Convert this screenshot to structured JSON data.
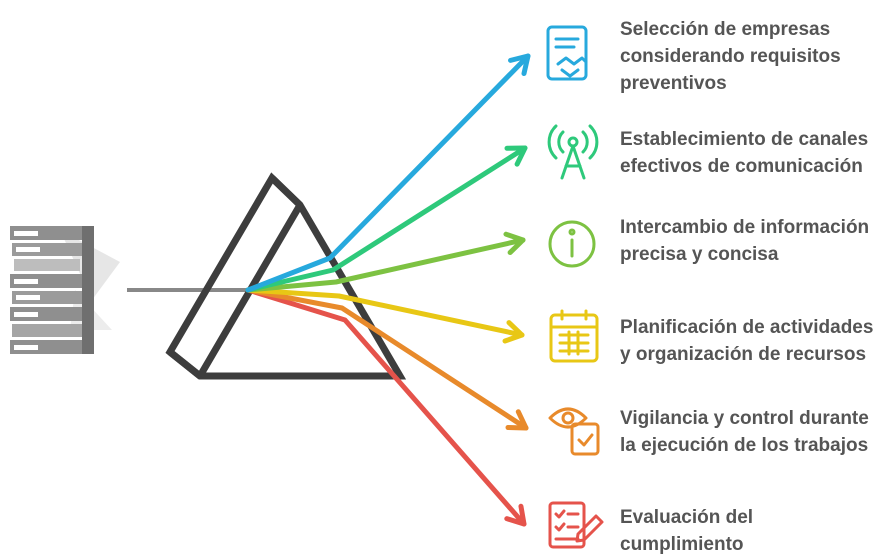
{
  "steps": [
    {
      "text": "Selección de empresas\nconsiderando requisitos\npreventivos",
      "icon": "contract-handshake-icon",
      "color": "#27a9dd"
    },
    {
      "text": "Establecimiento de canales\nefectivos de comunicación",
      "icon": "radio-tower-icon",
      "color": "#2ec97b"
    },
    {
      "text": "Intercambio de información\nprecisa y concisa",
      "icon": "info-icon",
      "color": "#7dc242"
    },
    {
      "text": "Planificación de actividades\ny organización de recursos",
      "icon": "calendar-icon",
      "color": "#e8c715"
    },
    {
      "text": "Vigilancia y control durante\nla ejecución de los trabajos",
      "icon": "eye-clipboard-icon",
      "color": "#e88a2b"
    },
    {
      "text": "Evaluación del\ncumplimiento",
      "icon": "checklist-edit-icon",
      "color": "#e5534b"
    }
  ],
  "source_icon": "stacked-binders-icon",
  "prism_icon": "prism-icon",
  "beam_color": "#888888",
  "prism_color": "#3d3d3d"
}
